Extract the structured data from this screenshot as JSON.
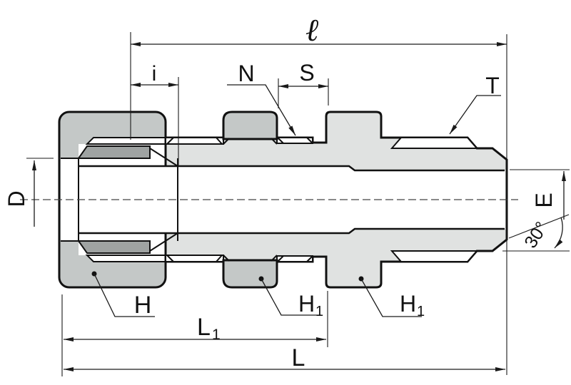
{
  "drawing": {
    "type": "technical-section-drawing",
    "subject": "bulkhead male tube fitting cross-section"
  },
  "labels": {
    "ell": "ℓ",
    "i": "i",
    "N": "N",
    "S": "S",
    "T": "T",
    "D": "D",
    "E": "E",
    "angle": "30°",
    "H": "H",
    "H1_main": "H",
    "H1_sub": "1",
    "L1_main": "L",
    "L1_sub": "1",
    "L": "L"
  },
  "colors": {
    "background": "#ffffff",
    "body_fill": "#e0e2e1",
    "nut_fill": "#c4c8c7",
    "dark_fill": "#9fa3a2",
    "line": "#111111",
    "dim_line": "#1a1a1a",
    "centerline": "#444444"
  }
}
